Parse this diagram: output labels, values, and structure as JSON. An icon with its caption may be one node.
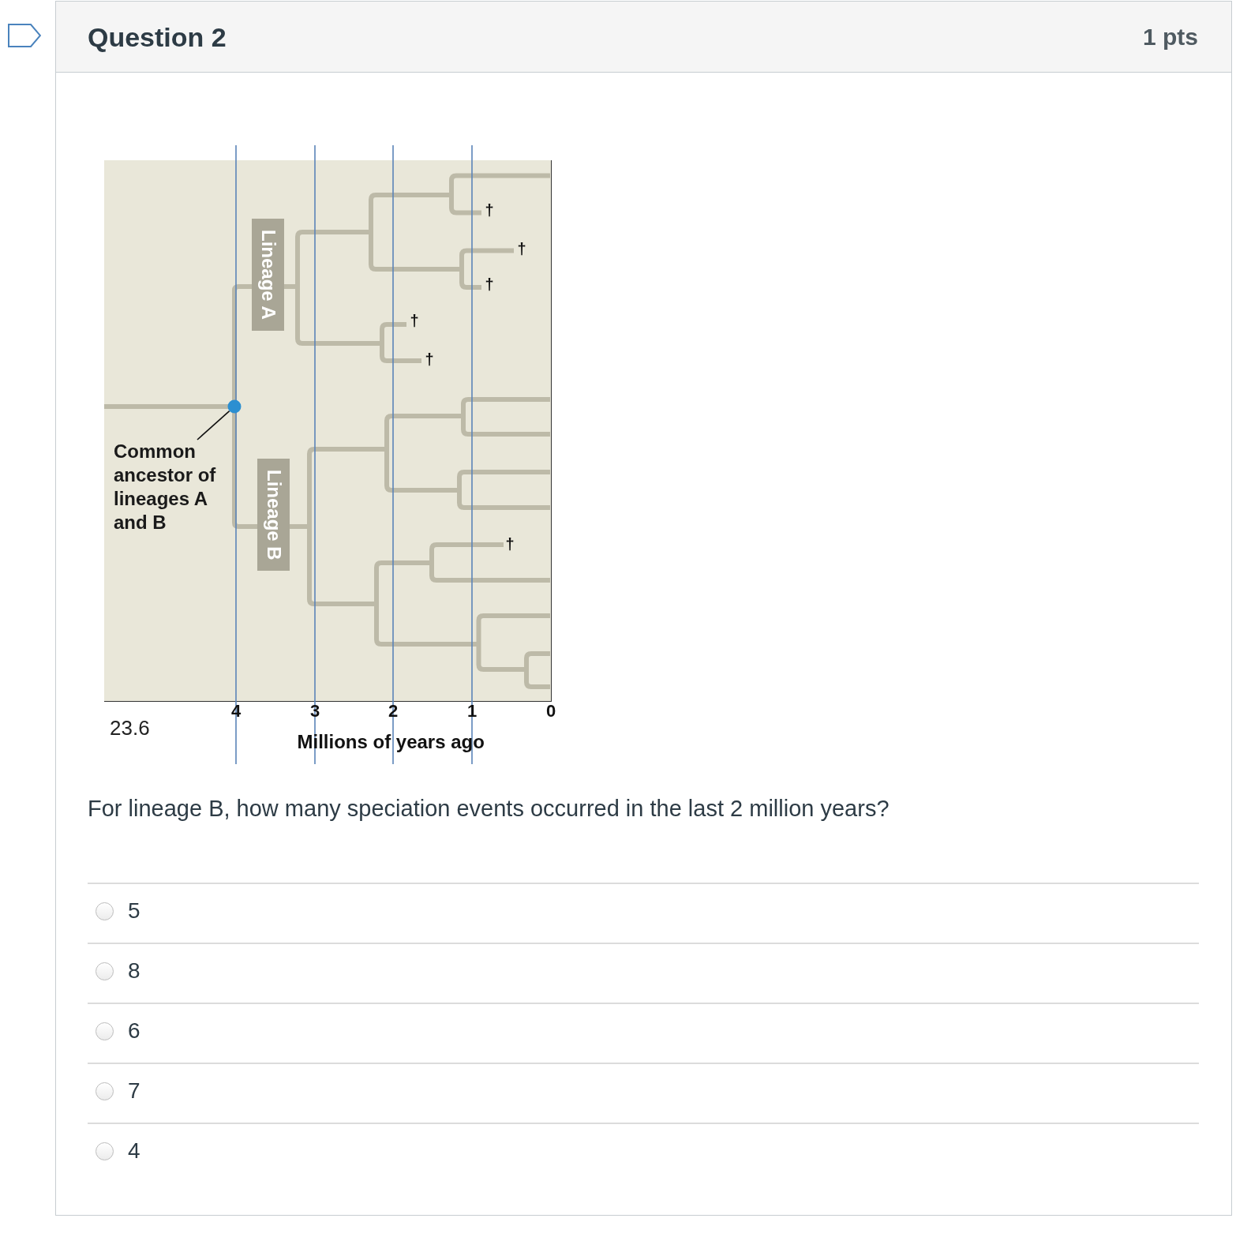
{
  "diagram": {
    "title": "Question 2",
    "nodes": [
      {
        "text": [
          "Common ancestor of lineages A and B"
        ]
      },
      {
        "text": [],
        "shape": "circle"
      },
      {
        "text": [
          "Lineage A"
        ]
      },
      {
        "text": [
          "Lineage B"
        ]
      }
    ],
    "edges": [
      {
        "from": 0,
        "to": 1,
        "arrow": "none"
      }
    ],
    "labels": [
      "1 pts",
      "†",
      "†",
      "†",
      "†",
      "†",
      "†",
      "23.6",
      "4",
      "3",
      "2",
      "1",
      "0",
      "Millions of years ago",
      "For lineage B, how many speciation events occurred in the last 2 million years?",
      "5",
      "8",
      "6",
      "7",
      "4"
    ]
  }
}
